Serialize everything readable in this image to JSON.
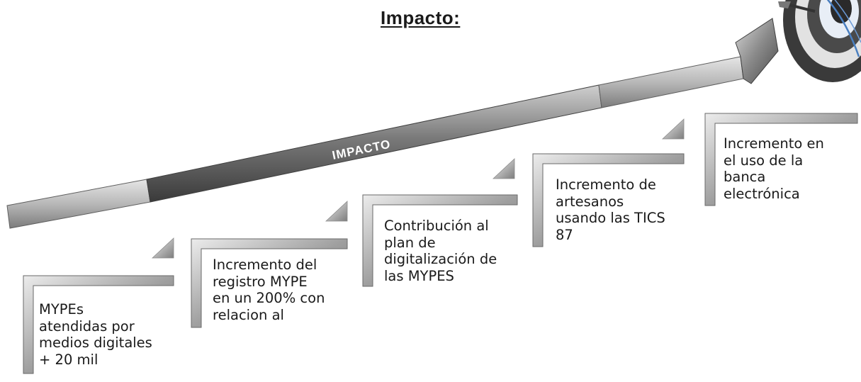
{
  "title": "Impacto:",
  "arrow_label": "IMPACTO",
  "steps": [
    {
      "text": "MYPEs\natendidas por\nmedios digitales\n+ 20 mil"
    },
    {
      "text": "Incremento del\nregistro MYPE\nen un 200% con\nrelacion al"
    },
    {
      "text": "Contribución al\nplan de\ndigitalización de\nlas MYPES"
    },
    {
      "text": "Incremento de\nartesanos\nusando las TICS\n87"
    },
    {
      "text": "Incremento en\nel uso de la\nbanca\nelectrónica"
    }
  ],
  "icons": {
    "target": "target-dartboard-icon"
  },
  "colors": {
    "arrow_dark": "#4f4f4f",
    "arrow_light": "#9a9a9a",
    "frame": "#8c8c8c",
    "text": "#1a1a1a"
  }
}
